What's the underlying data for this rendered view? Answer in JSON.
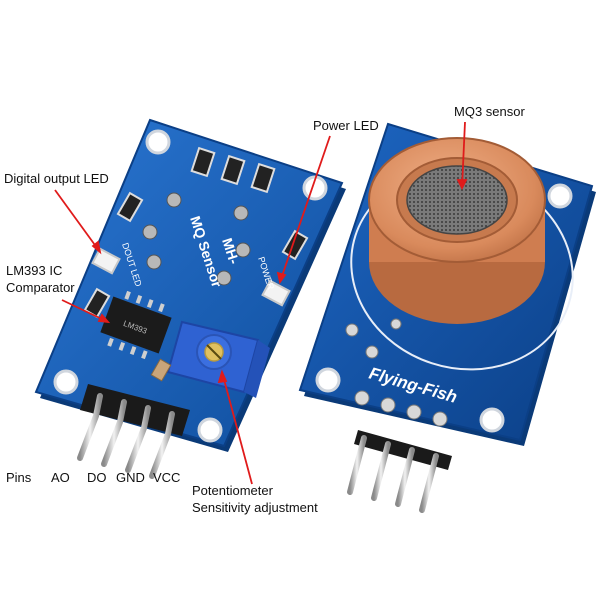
{
  "labels": {
    "digital_output_led": "Digital output LED",
    "lm393_line1": "LM393 IC",
    "lm393_line2": "Comparator",
    "power_led": "Power LED",
    "mq3_sensor": "MQ3 sensor",
    "potentiometer_line1": "Potentiometer",
    "potentiometer_line2": "Sensitivity adjustment"
  },
  "pins": {
    "title": "Pins",
    "ao": "AO",
    "do": "DO",
    "gnd": "GND",
    "vcc": "VCC"
  },
  "board_text": {
    "front_model": "MQ Sensor",
    "front_prefix": "MH-",
    "dout_led": "DOUT LED",
    "power_silk": "POWER",
    "chip_marking": "LM393",
    "back_brand": "Flying-Fish"
  },
  "colors": {
    "pcb_blue": "#1a5fb4",
    "sensor_orange": "#d98a5c",
    "pointer_red": "#e01b1b",
    "pot_blue": "#3b6fe0"
  }
}
